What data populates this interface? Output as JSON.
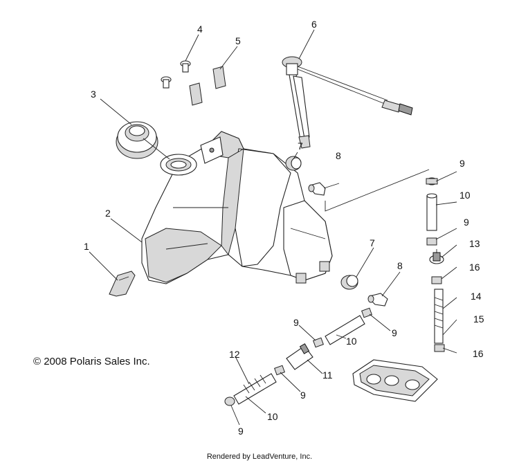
{
  "copyright": "© 2008 Polaris Sales Inc.",
  "footer": "Rendered by LeadVenture, Inc.",
  "callouts": {
    "c1": "1",
    "c2": "2",
    "c3": "3",
    "c4": "4",
    "c5": "5",
    "c6": "6",
    "c7a": "7",
    "c7b": "7",
    "c8a": "8",
    "c8b": "8",
    "c9a": "9",
    "c9b": "9",
    "c9c": "9",
    "c9d": "9",
    "c9e": "9",
    "c9f": "9",
    "c10a": "10",
    "c10b": "10",
    "c10c": "10",
    "c11": "11",
    "c12": "12",
    "c13": "13",
    "c14": "14",
    "c15": "15",
    "c16a": "16",
    "c16b": "16"
  }
}
